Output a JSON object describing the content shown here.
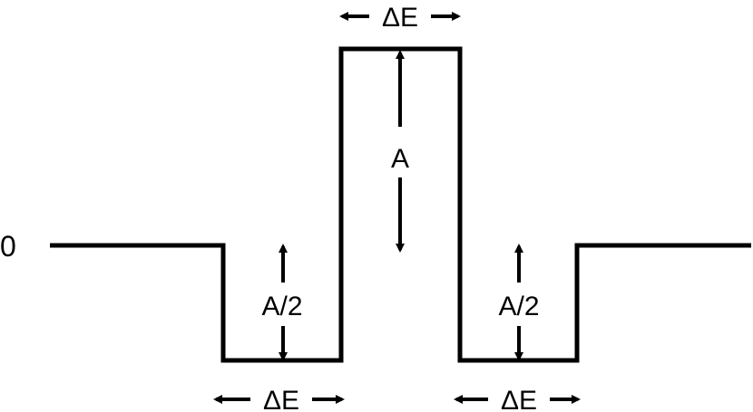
{
  "labels": {
    "zero": "0",
    "delta_e_top": "ΔE",
    "delta_e_bottom_left": "ΔE",
    "delta_e_bottom_right": "ΔE",
    "amplitude_center": "A",
    "amplitude_left": "A/2",
    "amplitude_right": "A/2"
  },
  "colors": {
    "stroke": "#000000",
    "background": "#ffffff"
  }
}
